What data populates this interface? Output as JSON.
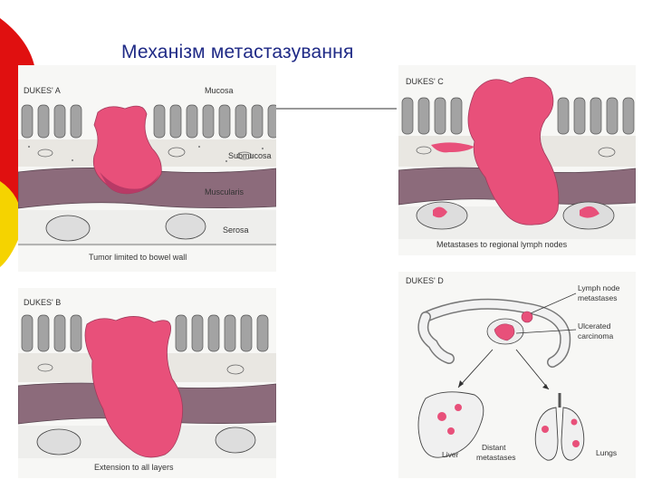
{
  "slide": {
    "title": "Механізм метастазування"
  },
  "panels": {
    "a": {
      "stage": "DUKES' A",
      "layers": {
        "mucosa": "Mucosa",
        "submucosa": "Submucosa",
        "muscularis": "Muscularis",
        "serosa": "Serosa"
      },
      "caption": "Tumor limited to bowel wall"
    },
    "b": {
      "stage": "DUKES' B",
      "caption": "Extension to all layers"
    },
    "c": {
      "stage": "DUKES' C",
      "caption": "Metastases to regional lymph nodes"
    },
    "d": {
      "stage": "DUKES' D",
      "lymph_label_1": "Lymph node",
      "lymph_label_2": "metastases",
      "ulcer_label_1": "Ulcerated",
      "ulcer_label_2": "carcinoma",
      "liver": "Liver",
      "distant_1": "Distant",
      "distant_2": "metastases",
      "lungs": "Lungs"
    }
  },
  "colors": {
    "tumor": "#e8507a",
    "tumor_dark": "#b83a66",
    "muscularis": "#8c6b7b",
    "villi": "#9a9a9a",
    "title": "#1f2a86",
    "accent_red": "#e01010",
    "accent_yellow": "#f5d300"
  }
}
